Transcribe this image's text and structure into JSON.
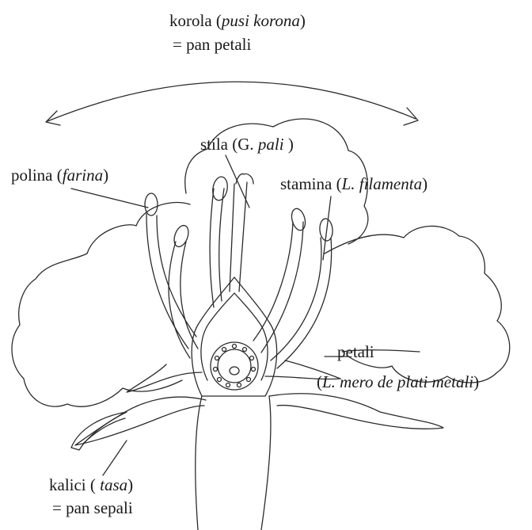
{
  "labels": {
    "korola": {
      "name": "korola (",
      "italic": "pusi korona",
      "close": ")"
    },
    "korola_eq": "= pan petali",
    "stila": {
      "name": "stila (G. ",
      "italic": "pali ",
      "close": ")"
    },
    "polina": {
      "name": "polina  (",
      "italic": "farina",
      "close": ")"
    },
    "stamina": {
      "name": "stamina (",
      "italic": "L. filamenta",
      "close": ")"
    },
    "petali": "petali",
    "petali_sub": {
      "open": "(",
      "italic": "L. mero de plati metali",
      "close": ")"
    },
    "kalici": {
      "name": "kalici ( ",
      "italic": "tasa",
      "close": ")"
    },
    "kalici_eq": "= pan sepali"
  },
  "colors": {
    "ink": "#2b2b2b",
    "background": "#ffffff"
  }
}
